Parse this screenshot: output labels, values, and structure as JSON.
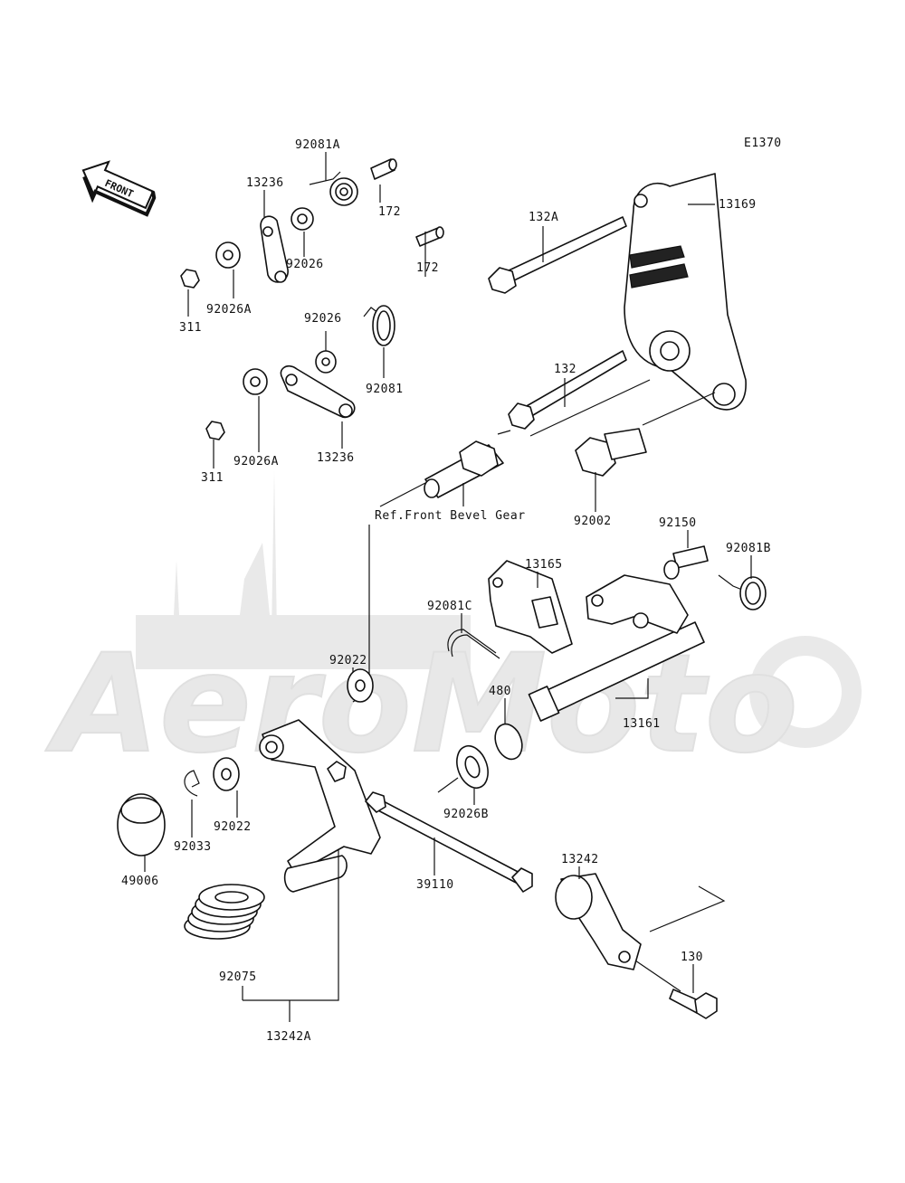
{
  "diagram_code": "E1370",
  "front_arrow_label": "FRONT",
  "watermark_text": "AeroMoto",
  "reference_note": "Ref.Front Bevel Gear",
  "part_numbers": {
    "p92081A": "92081A",
    "p172_top": "172",
    "p13236_top": "13236",
    "p92026_top": "92026",
    "p92026A_top": "92026A",
    "p311_top": "311",
    "p172_mid": "172",
    "p92026_mid": "92026",
    "p92081": "92081",
    "p92026A_mid": "92026A",
    "p311_mid": "311",
    "p13236_mid": "13236",
    "p132A": "132A",
    "p13169": "13169",
    "p132": "132",
    "p92002": "92002",
    "p92150": "92150",
    "p92081B": "92081B",
    "p13165": "13165",
    "p92081C": "92081C",
    "p92022_upper": "92022",
    "p480": "480",
    "p13161": "13161",
    "p92026B": "92026B",
    "p92022_lower": "92022",
    "p92033": "92033",
    "p49006": "49006",
    "p39110": "39110",
    "p13242": "13242",
    "p130": "130",
    "p92075": "92075",
    "p13242A": "13242A"
  }
}
